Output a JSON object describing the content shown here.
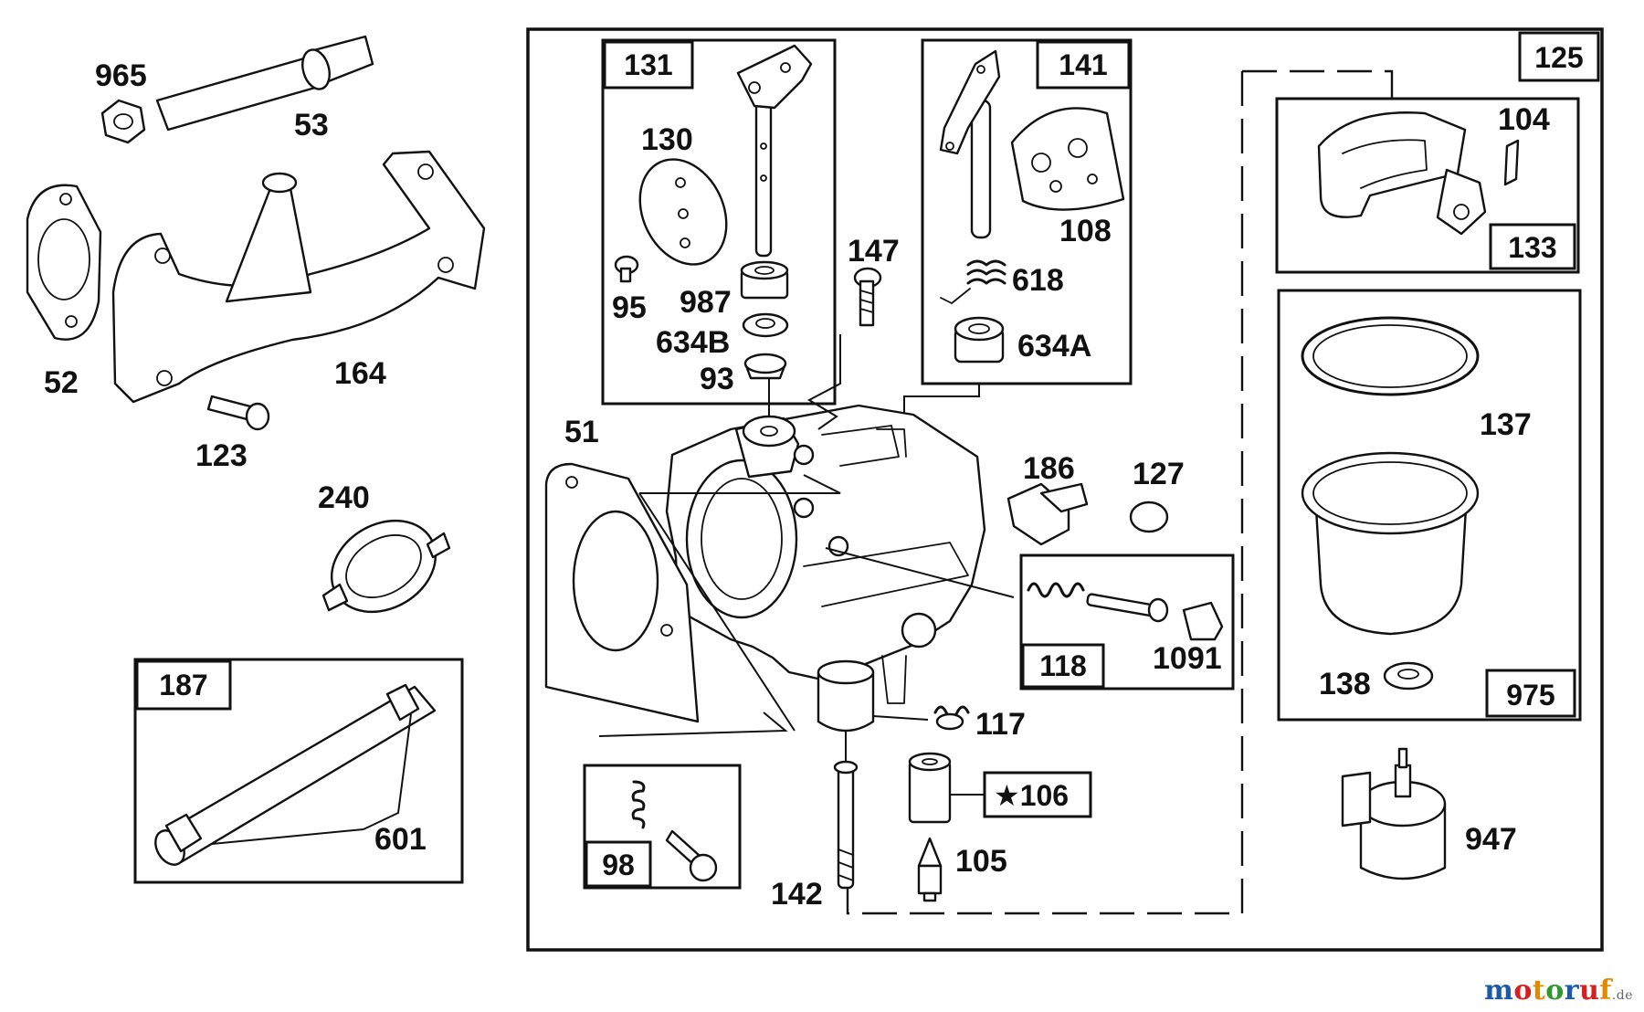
{
  "colors": {
    "ink": "#111111",
    "paper": "#ffffff"
  },
  "labels": {
    "p965": "965",
    "p53": "53",
    "p52": "52",
    "p164": "164",
    "p123": "123",
    "p240": "240",
    "p601": "601",
    "p51": "51",
    "p130": "130",
    "p95": "95",
    "p987": "987",
    "p634B": "634B",
    "p93": "93",
    "p147": "147",
    "p108": "108",
    "p618": "618",
    "p634A": "634A",
    "p186": "186",
    "p127": "127",
    "p1091": "1091",
    "p117": "117",
    "p142": "142",
    "p105": "105",
    "p104": "104",
    "p137": "137",
    "p138": "138",
    "p947": "947"
  },
  "kits": {
    "k131": "131",
    "k141": "141",
    "k125": "125",
    "k133": "133",
    "k118": "118",
    "k187": "187",
    "k98": "98",
    "k975": "975",
    "k106": "106"
  },
  "star": "★",
  "watermark": {
    "letters": [
      {
        "ch": "m",
        "color": "#1a5aa8"
      },
      {
        "ch": "o",
        "color": "#d42020"
      },
      {
        "ch": "t",
        "color": "#e08a00"
      },
      {
        "ch": "o",
        "color": "#2e9a2e"
      },
      {
        "ch": "r",
        "color": "#1a5aa8"
      },
      {
        "ch": "u",
        "color": "#d42020"
      },
      {
        "ch": "f",
        "color": "#e08a00"
      }
    ],
    "suffix": ".de"
  }
}
